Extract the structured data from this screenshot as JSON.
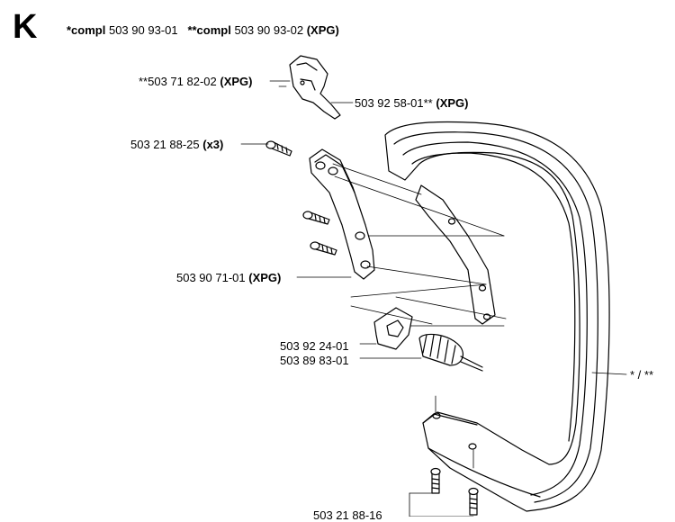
{
  "section": {
    "letter": "K"
  },
  "header": {
    "compl1_prefix": "*compl",
    "compl1_number": "503 90 93-01",
    "compl2_prefix": "**compl",
    "compl2_number": "503 90 93-02",
    "compl2_suffix": "(XPG)"
  },
  "parts": {
    "p1": {
      "number": "**503 71 82-02",
      "suffix": "(XPG)"
    },
    "p2": {
      "number": "503 92 58-01**",
      "suffix": "(XPG)"
    },
    "p3": {
      "number": "503 21 88-25",
      "suffix": "(x3)"
    },
    "p4": {
      "number": "503 90 71-01",
      "suffix": "(XPG)"
    },
    "p5": {
      "number": "503 92 24-01"
    },
    "p6": {
      "number": "503 89 83-01"
    },
    "p7": {
      "number": "* / **"
    },
    "p8": {
      "number": "503 21 88-16"
    }
  }
}
